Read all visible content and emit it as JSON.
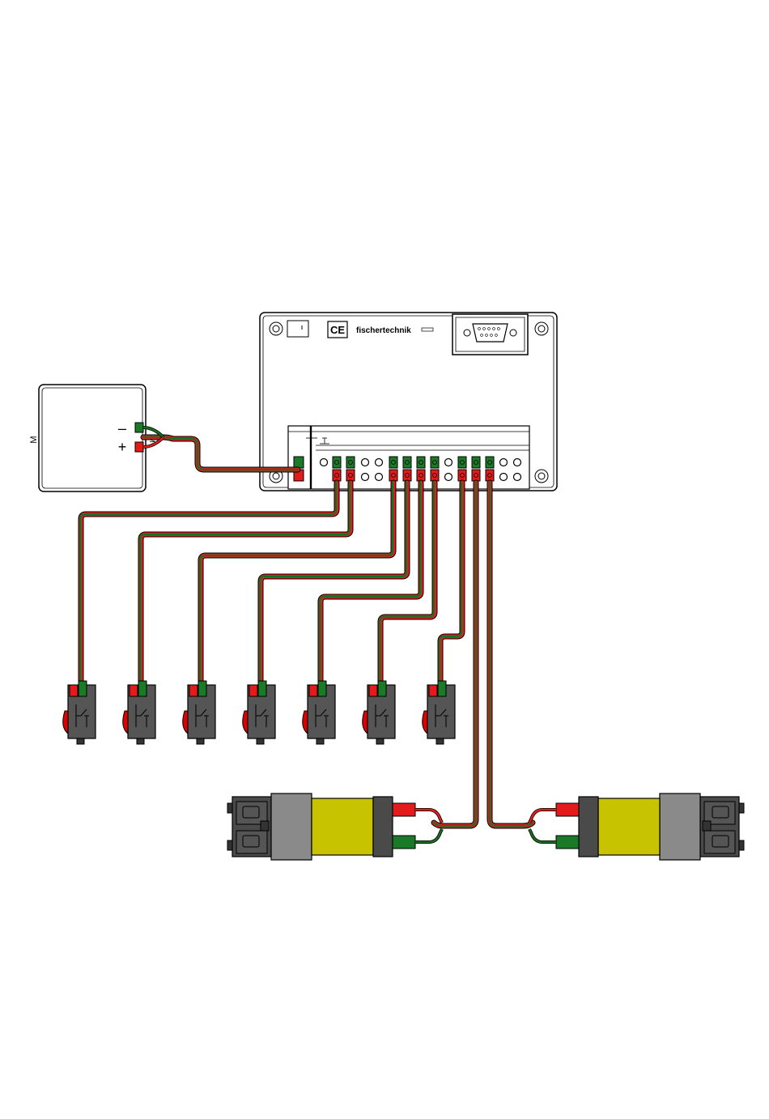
{
  "interface": {
    "brand": "fischertechnik",
    "ce_mark": "CE"
  },
  "power_supply": {
    "side_label": "M",
    "minus_label": "–",
    "plus_label": "+",
    "terminal_label": "M"
  },
  "colors": {
    "wire_red": "#e01e1e",
    "wire_green": "#1a6e22",
    "plug_red": "#e41b1b",
    "plug_green": "#1b7a28",
    "motor_yellow": "#c7c300",
    "motor_gray": "#8a8a8a",
    "dark_gray": "#4a4a4a",
    "switch_body": "#555555",
    "switch_button": "#e00000"
  },
  "switch_count": 7,
  "motor_count": 2
}
